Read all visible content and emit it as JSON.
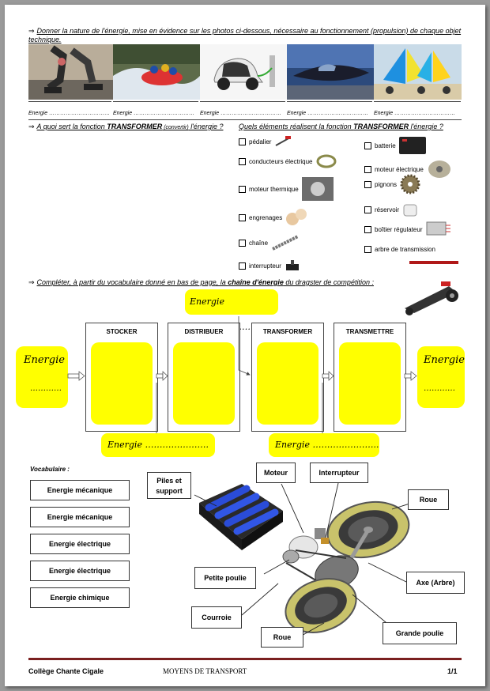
{
  "q1": {
    "text": "Donner la nature de l'énergie, mise en évidence sur les photos ci-dessous, nécessaire au fonctionnement (propulsion) de chaque objet technique.",
    "captions": [
      "Energie ……………………………",
      "Energie ……………………………",
      "Energie ……………………………",
      "Energie ……………………………",
      "Energie ……………………………"
    ]
  },
  "q2": {
    "prefix": "A quoi sert la fonction ",
    "bold": "TRANSFORMER",
    "small": " (convertir)",
    "suffix": " l'énergie ?"
  },
  "q3": {
    "prefix": "Quels éléments réalisent la fonction ",
    "bold": "TRANSFORMER",
    "suffix": " l'énergie ?"
  },
  "checks_left": [
    "pédalier",
    "conducteurs électrique",
    "moteur thermique",
    "engrenages",
    "chaîne",
    "interrupteur"
  ],
  "checks_right": [
    "batterie",
    "moteur électrique",
    "pignons",
    "réservoir",
    "boîtier régulateur",
    "arbre de transmission"
  ],
  "q4": {
    "prefix": "Compléter, à partir du vocabulaire donné en bas de page, la ",
    "bold": "chaîne d'énergie",
    "suffix": " du dragster de compétition :"
  },
  "chain": {
    "stages": [
      "STOCKER",
      "DISTRIBUER",
      "TRANSFORMER",
      "TRANSMETTRE"
    ],
    "energy_top": "Energie ……………………",
    "energy_left_title": "Energie",
    "energy_left_dots": "…………",
    "energy_right_title": "Energie",
    "energy_right_dots": "…………",
    "energy_bottom_1": "Energie ………………….",
    "energy_bottom_2": "Energie ………………….."
  },
  "vocab": {
    "title": "Vocabulaire :",
    "items": [
      "Energie mécanique",
      "Energie mécanique",
      "Energie électrique",
      "Energie électrique",
      "Energie chimique"
    ]
  },
  "labels": {
    "piles": "Piles et support",
    "moteur": "Moteur",
    "interrupteur": "Interrupteur",
    "roue_top": "Roue",
    "petite_poulie": "Petite poulie",
    "axe": "Axe (Arbre)",
    "courroie": "Courroie",
    "grande_poulie": "Grande poulie",
    "roue_bottom": "Roue"
  },
  "footer": {
    "school": "Collège Chante Cigale",
    "subject": "MOYENS DE TRANSPORT",
    "page": "1/1"
  }
}
